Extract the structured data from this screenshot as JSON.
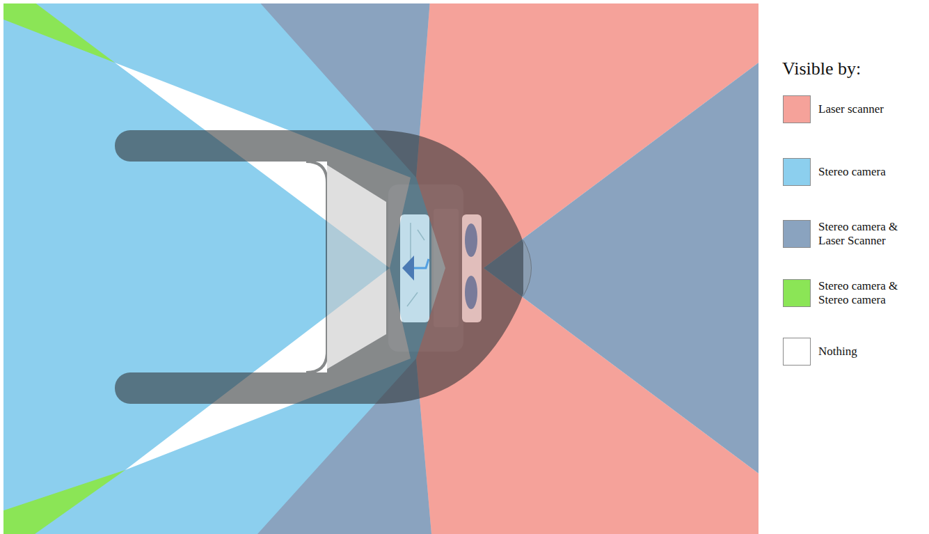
{
  "diagram": {
    "labels": [
      "Visible by:"
    ],
    "legend": [
      {
        "text": "Laser scanner",
        "color": "#f5a29a"
      },
      {
        "text": "Stereo camera",
        "color": "#8ccfee"
      },
      {
        "text": "Stereo camera & Laser Scanner",
        "color": "#8aa3bf"
      },
      {
        "text": "Stereo camera & Stereo camera",
        "color": "#8be556"
      },
      {
        "text": "Nothing",
        "color": "#ffffff"
      }
    ]
  }
}
